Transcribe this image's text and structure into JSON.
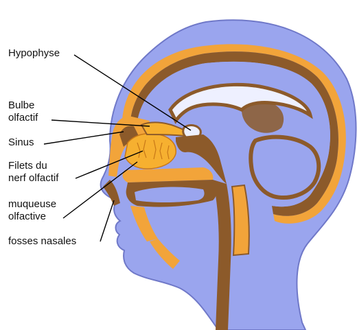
{
  "colors": {
    "head": "#9aa5ee",
    "head_outline": "#6f78c8",
    "bone": "#f2a43a",
    "tissue": "#8c5a2a",
    "brain_white": "#eef0ff",
    "olfactory": "#f6b030",
    "label_line": "#000000",
    "label_text": "#111111"
  },
  "labels": {
    "hypophyse": "Hypophyse",
    "bulbe_line1": "Bulbe",
    "bulbe_line2": "olfactif",
    "sinus": "Sinus",
    "filets_line1": "Filets du",
    "filets_line2": "nerf olfactif",
    "muqueuse_line1": "muqueuse",
    "muqueuse_line2": "olfactive",
    "fosses": "fosses nasales"
  }
}
